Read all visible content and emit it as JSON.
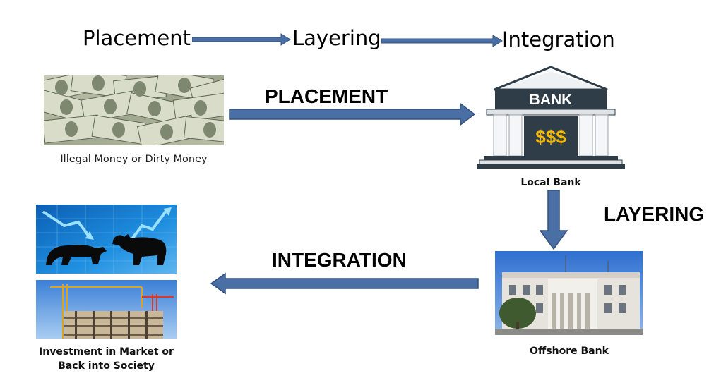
{
  "header": {
    "stage1": "Placement",
    "stage2": "Layering",
    "stage3": "Integration"
  },
  "labels": {
    "placement": "PLACEMENT",
    "layering": "LAYERING",
    "integration": "INTEGRATION"
  },
  "captions": {
    "dirty_money": "Illegal Money or Dirty Money",
    "local_bank": "Local Bank",
    "offshore_bank": "Offshore Bank",
    "investment_line1": "Investment in Market or",
    "investment_line2": "Back into Society"
  },
  "bank_sign": {
    "title": "BANK",
    "symbols": "$$$"
  },
  "colors": {
    "arrow_fill": "#4a6fa5",
    "arrow_stroke": "#34507c",
    "bank_dark": "#2f3d48",
    "bank_gold": "#f2b800"
  }
}
